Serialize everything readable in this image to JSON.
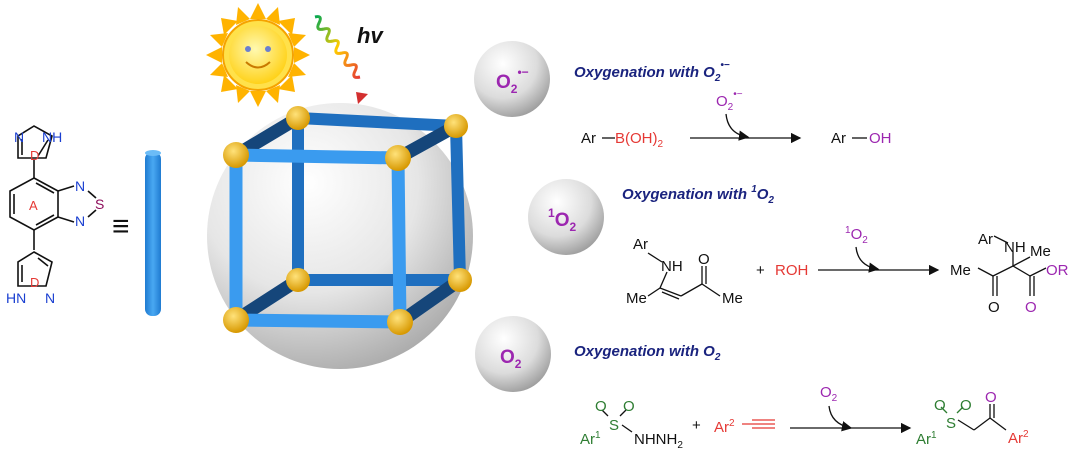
{
  "hv_label": "hv",
  "equiv_symbol": "≡",
  "molecule": {
    "ring_top": "D",
    "ring_center": "A",
    "ring_bottom": "D",
    "atom_n": "N",
    "atom_nh": "NH",
    "atom_s": "S",
    "atom_hn": "HN"
  },
  "spheres": {
    "superoxide": {
      "base": "O",
      "sub": "2",
      "sup": "•−"
    },
    "singlet": {
      "pre": "1",
      "base": "O",
      "sub": "2"
    },
    "oxygen": {
      "base": "O",
      "sub": "2"
    }
  },
  "reactions": {
    "r1": {
      "heading": "Oxygenation with O",
      "heading_sub": "2",
      "heading_sup": "•−",
      "reagent_base": "O",
      "reagent_sub": "2",
      "reagent_sup": "•−",
      "reactant_ar": "Ar",
      "reactant_group": "B(OH)",
      "reactant_group_sub": "2",
      "product_ar": "Ar",
      "product_group": "OH"
    },
    "r2": {
      "heading": "Oxygenation with ",
      "heading_sup": "1",
      "heading_o": "O",
      "heading_sub": "2",
      "reagent_sup": "1",
      "reagent_base": "O",
      "reagent_sub": "2",
      "ar": "Ar",
      "nh": "NH",
      "o": "O",
      "me": "Me",
      "plus": "+",
      "roh": "ROH",
      "prod_ar": "Ar",
      "prod_nh": "NH",
      "prod_me": "Me",
      "prod_or": "OR",
      "prod_o": "O"
    },
    "r3": {
      "heading": "Oxygenation with O",
      "heading_sub": "2",
      "reagent_base": "O",
      "reagent_sub": "2",
      "ar1": "Ar",
      "ar1_sup": "1",
      "s": "S",
      "o": "O",
      "nhnh2": "NHNH",
      "nhnh2_sub": "2",
      "plus": "+",
      "ar2": "Ar",
      "ar2_sup": "2",
      "prod_ar1": "Ar",
      "prod_ar1_sup": "1",
      "prod_s": "S",
      "prod_o": "O",
      "prod_ar2": "Ar",
      "prod_ar2_sup": "2"
    }
  },
  "colors": {
    "heading": "#1a237e",
    "purple": "#9c27b0",
    "red": "#e53935",
    "green": "#2e7d32",
    "blue_atom": "#1a3fd1",
    "rod": "#2f8fe6",
    "node": "#f3b000"
  }
}
